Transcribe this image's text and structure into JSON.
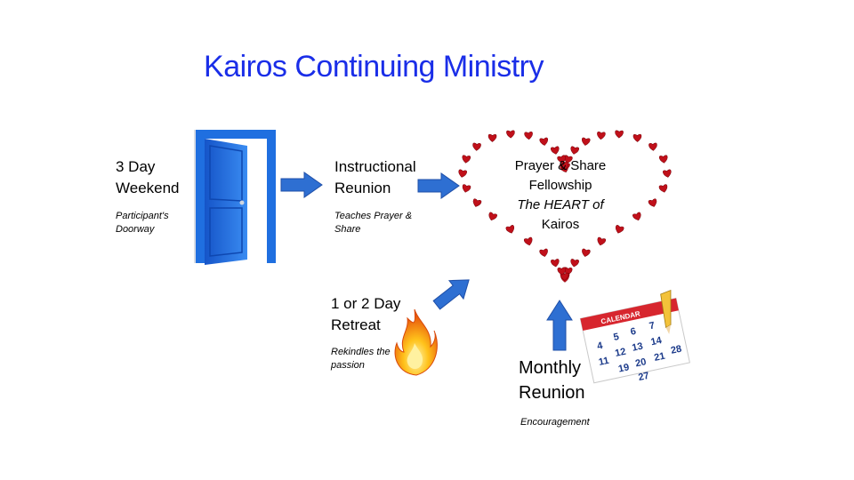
{
  "title": "Kairos Continuing Ministry",
  "colors": {
    "title": "#1a2ee8",
    "arrow": "#2e6fd2",
    "door": "#1f6fe0",
    "heart": "#c0101a"
  },
  "nodes": {
    "weekend": {
      "label": " 3 Day\nWeekend",
      "note": "Participant's\nDoorway",
      "icon": "door-icon"
    },
    "instructional": {
      "label": "Instructional\nReunion",
      "note": "Teaches Prayer &\nShare"
    },
    "heart": {
      "line1": "Prayer & Share",
      "line2": "Fellowship",
      "line3": "The HEART of",
      "line4": "Kairos",
      "icon": "heart-of-hearts-icon"
    },
    "retreat": {
      "label": "1 or 2 Day\nRetreat",
      "note": "Rekindles the\npassion",
      "icon": "flame-icon"
    },
    "monthly": {
      "label": "Monthly\nReunion",
      "note": "Encouragement",
      "icon": "calendar-icon"
    }
  },
  "calendar": {
    "header": "CALENDAR",
    "days": [
      "4",
      "11",
      "5",
      "12",
      "19",
      "6",
      "13",
      "20",
      "27",
      "7",
      "14",
      "21",
      "28"
    ]
  }
}
